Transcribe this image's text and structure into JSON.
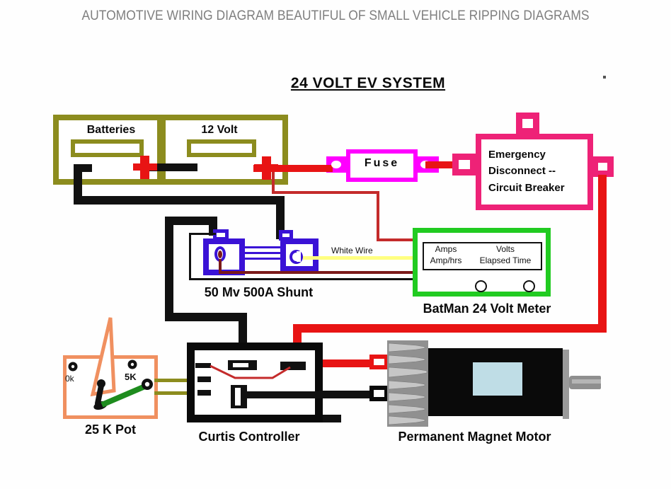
{
  "header": {
    "title": "AUTOMOTIVE WIRING DIAGRAM BEAUTIFUL OF SMALL VEHICLE RIPPING DIAGRAMS"
  },
  "diagram": {
    "title": "24 VOLT EV SYSTEM",
    "batteries": {
      "left_label": "Batteries",
      "right_label": "12 Volt"
    },
    "fuse": {
      "label": "Fuse"
    },
    "breaker": {
      "line1": "Emergency",
      "line2": "Disconnect --",
      "line3": "Circuit Breaker"
    },
    "shunt": {
      "label": "50 Mv 500A Shunt"
    },
    "white_wire": {
      "label": "White Wire"
    },
    "meter": {
      "label": "BatMan 24 Volt Meter",
      "display": {
        "col1_line1": "Amps",
        "col1_line2": "Amp/hrs",
        "col2_line1": "Volts",
        "col2_line2": "Elapsed Time"
      }
    },
    "pot": {
      "label": "25 K Pot",
      "zero_label": "0k",
      "five_k_label": "5K"
    },
    "controller": {
      "label": "Curtis Controller"
    },
    "motor": {
      "label": "Permanent Magnet Motor"
    },
    "colors": {
      "battery_olive": "#8C8C1E",
      "fuse_magenta": "#FF00FF",
      "breaker_pink": "#EE2277",
      "shunt_blue": "#3A12D6",
      "meter_green": "#21CB21",
      "pot_orange": "#F09060",
      "wire_red_thick": "#E81414",
      "wire_red_thin": "#C42B2B",
      "wire_maroon": "#7B1A1A",
      "wire_yellow": "#FFFF80",
      "wire_olive": "#8C8C1E",
      "wire_green": "#1E8C1E",
      "wire_black": "#111111",
      "motor_body": "#0A0A0A",
      "motor_gray": "#9A9A9A",
      "motor_label_blue": "#BFDDE6",
      "header_gray": "#7F7F7F"
    }
  }
}
